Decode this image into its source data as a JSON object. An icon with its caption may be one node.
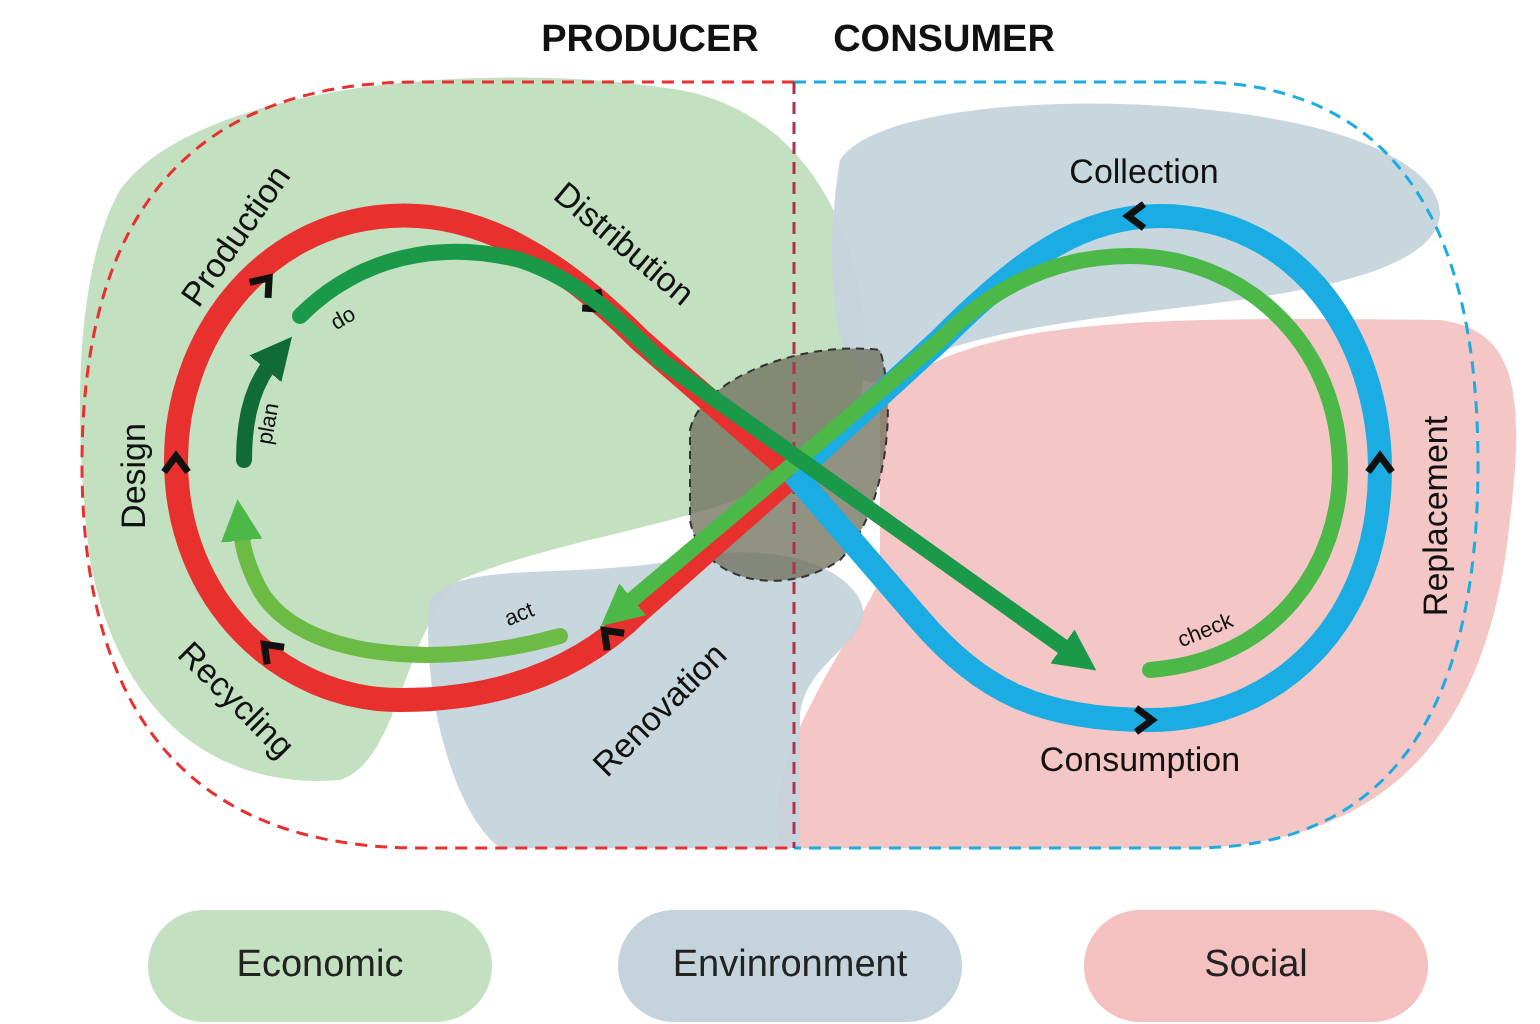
{
  "diagram": {
    "labels": [
      "PRODUCER",
      "CONSUMER",
      "Production",
      "Distribution",
      "Design",
      "Collection",
      "do",
      "plan",
      "Replacement",
      "act",
      "check",
      "Recycling",
      "Renovation",
      "Consumption"
    ],
    "legend": [
      {
        "text": "Economic",
        "color": "#c3e0c0"
      },
      {
        "text": "Envinronment",
        "color": "#c5d4dc"
      },
      {
        "text": "Social",
        "color": "#f4c0c0"
      }
    ]
  }
}
